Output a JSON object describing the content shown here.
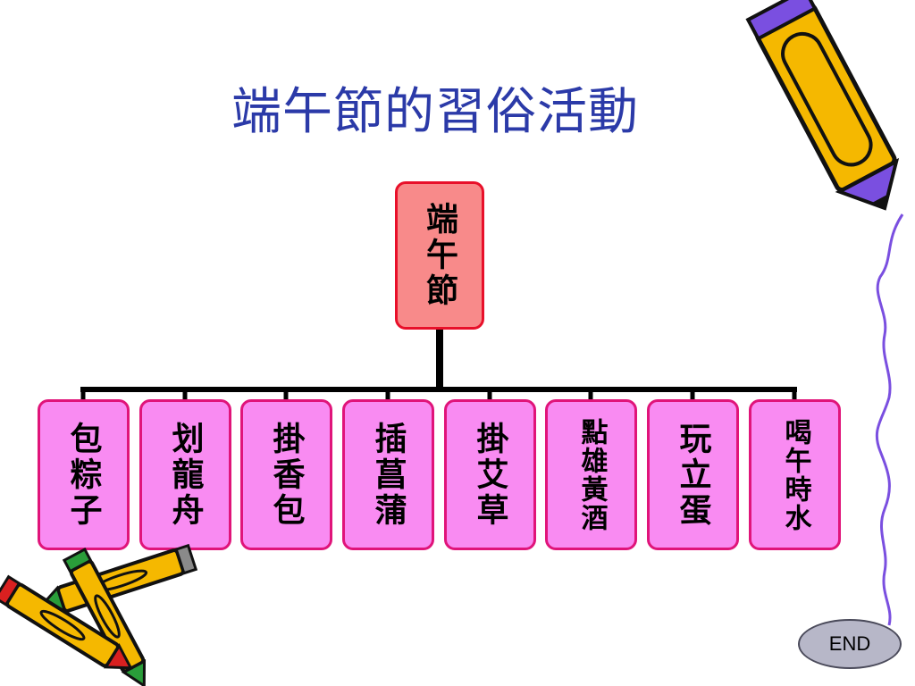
{
  "title": "端午節的習俗活動",
  "root": {
    "label": "端午節"
  },
  "children": [
    {
      "label": "包粽子"
    },
    {
      "label": "划龍舟"
    },
    {
      "label": "掛香包"
    },
    {
      "label": "插菖蒲"
    },
    {
      "label": "掛艾草"
    },
    {
      "label": "點雄黃酒"
    },
    {
      "label": "玩立蛋"
    },
    {
      "label": "喝午時水"
    }
  ],
  "end_button": {
    "label": "END"
  },
  "icons": {
    "top_right": "pencil-icon",
    "bottom_left": "crossed-pencils-icon",
    "border": "squiggle-line"
  },
  "colors": {
    "title": "#2b3aa8",
    "root_fill": "#f88a8a",
    "root_border": "#e8102a",
    "child_fill": "#f98bf2",
    "child_border": "#e0147a",
    "connector": "#000000",
    "squiggle": "#7a4fe0"
  }
}
